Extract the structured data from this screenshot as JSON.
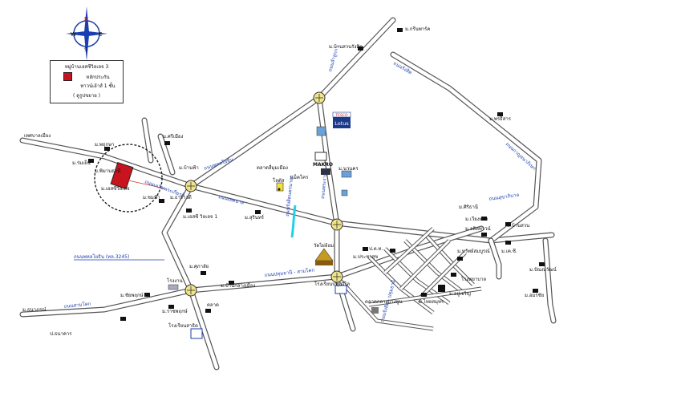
{
  "compass": {
    "north": "N",
    "south": "S",
    "east": "E",
    "west": "W"
  },
  "legend": {
    "title": "หมู่บ้านเอสซีวิลเลจ 3",
    "line1": "หลักประกัน",
    "line2": "ทาวน์เฮ้าส์ 1 ชั้น",
    "line3": "( ดูรูปขยาย )"
  },
  "colors": {
    "road_outline": "#555555",
    "highlight": "#c8141e",
    "road_label": "#1a3fb0",
    "canal": "#22d0e8",
    "roundabout": "#f0e48a"
  },
  "road_labels": [
    "ถนนเฉลิมพระเกียรติ",
    "ถนนพหลโยธิน",
    "ถนนเทศบาล",
    "ถนนลำลูกกา",
    "ถนนรังสิต",
    "ถนนกาญจนาภิเษก",
    "ถนนสุขาภิบาล",
    "ถนนพหลโยธิน (ทล.3245)",
    "ถนนสามโคก",
    "ถนนพระราม 5",
    "ถนนรังสิตนครนายก",
    "ถนนปทุมธานี - สามโคก",
    "ถนนรังสิต - ปทุมธานี"
  ],
  "places": [
    "ม.ร่มเย็น",
    "ม.พฤกษา",
    "ม.พิมานธานี",
    "ม.ศรีเมือง",
    "เทศบาลเมือง",
    "ม.ชมฟ้า",
    "ม.ธาราวดี",
    "ม.เอสซี วิลเลจ 1",
    "ม.เอสซีวิลเลจ",
    "ม.สุรินทร์",
    "ม.บ้านฟ้า",
    "ม.บ้านสวนรังสิต",
    "ม.กรีนพาร์ค",
    "ม.พรธิสาร",
    "ม.ศิริธานี",
    "ม.เวียงทอง",
    "ม.ลลิลทาวน์",
    "ม.บ้านสวน",
    "ม.ทรัพย์สมบูรณ์",
    "ม.เค.ซี.",
    "ม.ปัณณวัฒน์",
    "ม.อมรชัย",
    "วัดไผ่ล้อม",
    "ตลาดกลางบางพูน",
    "โรงเรียนปทุมวิไล",
    "ม.อยู่เจริญ",
    "โลตัส",
    "แม็คโคร",
    "ตลาดสี่มุมเมือง",
    "โรงพยาบาล",
    "ม.ศุภาลัย",
    "ม.บ้านกลางเมือง",
    "ม.ราชพฤกษ์",
    "ม.ชัยพฤกษ์",
    "โรงเรียนสาธิต",
    "โรงงาน",
    "ตลาด",
    "ป.ธนาคาร",
    "ป.ต.ท.",
    "ม.ประชาสุข",
    "ม.ไทยสมุทร",
    "ม.นวนคร",
    "ม.ธนาภรณ์"
  ],
  "store": {
    "top": "TESCO",
    "name": "Lotus"
  },
  "makro": "MAKRO"
}
